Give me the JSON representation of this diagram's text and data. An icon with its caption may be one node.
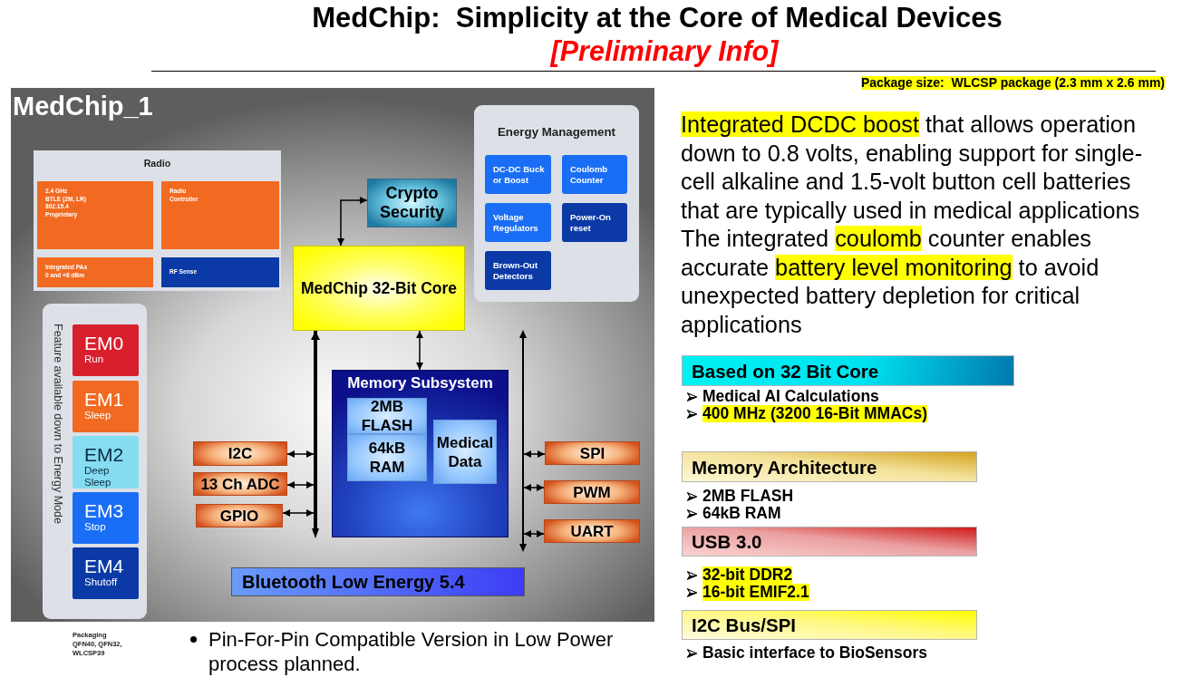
{
  "diagram": {
    "title": "MedChip:  Simplicity at the Core of Medical Devices",
    "nodes": [
      {
        "text": [
          "MedChip_1"
        ]
      },
      {
        "text": [
          "Radio"
        ],
        "in": 0
      },
      {
        "text": [
          "2.4 GHz",
          "BTLE (2M, LR)",
          "802.15.4",
          "Proprietary"
        ],
        "in": 1
      },
      {
        "text": [
          "Radio Controller"
        ],
        "in": 1
      },
      {
        "text": [
          "Integrated PAs 0 and +8 dBm"
        ],
        "in": 1
      },
      {
        "text": [
          "RF Sense"
        ],
        "in": 1
      },
      {
        "text": [
          "Crypto Security"
        ],
        "in": 0
      },
      {
        "text": [
          "Energy Management"
        ],
        "in": 0
      },
      {
        "text": [
          "DC-DC Buck or Boost"
        ],
        "in": 7
      },
      {
        "text": [
          "Coulomb Counter"
        ],
        "in": 7
      },
      {
        "text": [
          "Voltage Regulators"
        ],
        "in": 7
      },
      {
        "text": [
          "Power-On reset"
        ],
        "in": 7
      },
      {
        "text": [
          "Brown-Out Detectors"
        ],
        "in": 7
      },
      {
        "text": [
          "MedChip 32-Bit Core"
        ],
        "in": 0
      },
      {
        "text": [
          "Feature available down to Energy Mode"
        ],
        "in": 0
      },
      {
        "text": [
          "EM0",
          "Run"
        ],
        "in": 14
      },
      {
        "text": [
          "EM1",
          "Sleep"
        ],
        "in": 14
      },
      {
        "text": [
          "EM2",
          "Deep Sleep"
        ],
        "in": 14
      },
      {
        "text": [
          "EM3",
          "Stop"
        ],
        "in": 14
      },
      {
        "text": [
          "EM4",
          "Shutoff"
        ],
        "in": 14
      },
      {
        "text": [
          "Memory Subsystem"
        ],
        "in": 0
      },
      {
        "text": [
          "2MB FLASH"
        ],
        "in": 20
      },
      {
        "text": [
          "64kB RAM"
        ],
        "in": 20
      },
      {
        "text": [
          "Medical Data"
        ],
        "in": 20
      },
      {
        "text": [
          "I2C"
        ],
        "in": 0
      },
      {
        "text": [
          "13 Ch ADC"
        ],
        "in": 0
      },
      {
        "text": [
          "GPIO"
        ],
        "in": 0
      },
      {
        "text": [],
        "shape": "bar",
        "in": 0
      },
      {
        "text": [],
        "shape": "bar",
        "in": 0
      },
      {
        "text": [
          "SPI"
        ],
        "in": 0
      },
      {
        "text": [
          "PWM"
        ],
        "in": 0
      },
      {
        "text": [
          "UART"
        ],
        "in": 0
      },
      {
        "text": [
          "Bluetooth Low Energy 5.4"
        ],
        "in": 0
      },
      {
        "text": [
          "Based on 32 Bit Core"
        ],
        "beside": [
          "Medical AI Calculations",
          "400 MHz (3200 16-Bit MMACs)"
        ]
      },
      {
        "text": [
          "Memory Architecture"
        ],
        "beside": [
          "2MB FLASH",
          "64kB RAM"
        ]
      },
      {
        "text": [
          "USB 3.0"
        ],
        "beside": [
          "32-bit DDR2",
          "16-bit EMIF2.1"
        ]
      },
      {
        "text": [
          "I2C Bus/SPI"
        ],
        "beside": [
          "Basic interface to BioSensors"
        ]
      }
    ],
    "edges": [
      {
        "from": 13,
        "to": 6,
        "arrow": "both"
      },
      {
        "from": 13,
        "to": 20,
        "arrow": "both"
      },
      {
        "from": 27,
        "to": 13,
        "arrow": "to",
        "style": "thick"
      },
      {
        "from": 24,
        "to": 27,
        "arrow": "both"
      },
      {
        "from": 25,
        "to": 27,
        "arrow": "both"
      },
      {
        "from": 26,
        "to": 27,
        "arrow": "both"
      },
      {
        "from": 29,
        "to": 28,
        "arrow": "both"
      },
      {
        "from": 30,
        "to": 28,
        "arrow": "both"
      },
      {
        "from": 31,
        "to": 28,
        "arrow": "both"
      }
    ],
    "labels": [
      "[Preliminary Info]",
      "Package size:  WLCSP package (2.3 mm x 2.6 mm)",
      "**Integrated DCDC boost** that allows operation down to 0.8 volts, enabling support for single-cell alkaline and 1.5-volt button cell batteries that are typically used in medical applications",
      "The integrated **coulomb** counter enables accurate **battery level monitoring** to avoid unexpected battery depletion for critical applications",
      "Packaging QFN40, QFN32, WLCSP39",
      "Pin-For-Pin Compatible Version in Low Power process planned."
    ]
  }
}
